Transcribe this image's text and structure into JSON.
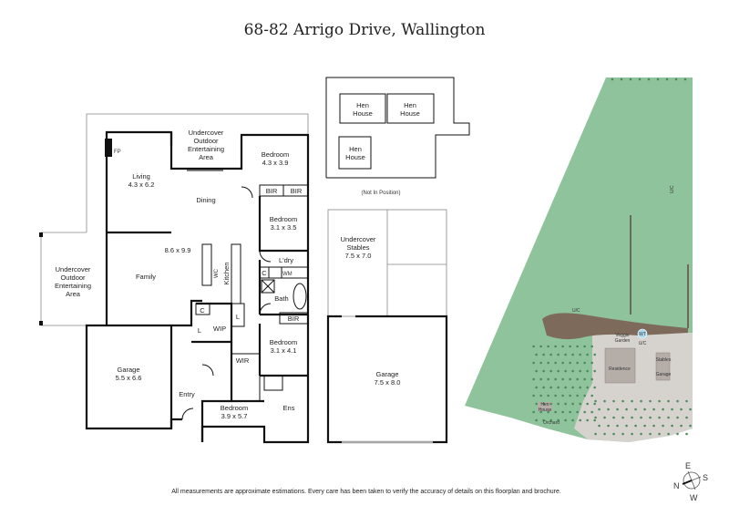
{
  "title": "68-82 Arrigo Drive, Wallington",
  "rooms": {
    "undercover_top": [
      "Undercover",
      "Outdoor",
      "Entertaining",
      "Area"
    ],
    "undercover_left": [
      "Undercover",
      "Outdoor",
      "Entertaining",
      "Area"
    ],
    "living": {
      "name": "Living",
      "size": "4.3 x 6.2"
    },
    "fp": "FP",
    "dining": "Dining",
    "family": "Family",
    "family_size": "8.6 x 9.9",
    "kitchen": "Kitchen",
    "wc": "WC",
    "bedroom1": {
      "name": "Bedroom",
      "size": "4.3 x 3.9"
    },
    "bir1": "BIR",
    "bir2": "BIR",
    "bedroom2": {
      "name": "Bedroom",
      "size": "3.1 x 3.5"
    },
    "ldry": "L'dry",
    "c1": "C",
    "wm": "WM",
    "bath": "Bath",
    "bir3": "BIR",
    "c2": "C",
    "l1": "L",
    "l2": "L",
    "wip": "WIP",
    "bedroom3": {
      "name": "Bedroom",
      "size": "3.1 x 4.1"
    },
    "wir": "WIR",
    "garage1": {
      "name": "Garage",
      "size": "5.5 x 6.6"
    },
    "entry": "Entry",
    "bedroom4": {
      "name": "Bedroom",
      "size": "3.9 x 5.7"
    },
    "ens": "Ens"
  },
  "outbuildings": {
    "hen_house_1": [
      "Hen",
      "House"
    ],
    "hen_house_2": [
      "Hen",
      "House"
    ],
    "hen_house_3": [
      "Hen",
      "House"
    ],
    "not_in_position": "(Not In Position)",
    "stables": {
      "lines": [
        "Undercover",
        "Stables"
      ],
      "size": "7.5 x 7.0"
    },
    "garage2": {
      "name": "Garage",
      "size": "7.5 x 8.0"
    }
  },
  "site_plan": {
    "colors": {
      "grass": "#8fc39b",
      "paddock": "#7fb68c",
      "garden_bed": "#7d6a5a",
      "driveway": "#d6d3cf",
      "building": "#b5ada8"
    },
    "labels": {
      "uc_top": "U/C",
      "uc_mid": "U/C",
      "uc_small": "U/C",
      "wt": "WT",
      "veggie": [
        "Veggie",
        "Garden"
      ],
      "residence": "Residence",
      "stables": "Stables",
      "garage": "Garage",
      "hen_house": [
        "Hen",
        "House"
      ],
      "orchard": "Orchard"
    }
  },
  "compass": {
    "n": "N",
    "e": "E",
    "s": "S",
    "w": "W",
    "icon": "compass-icon"
  },
  "disclaimer": "All measurements are approximate estimations. Every care has been taken to verify the accuracy of details on this floorplan and brochure."
}
